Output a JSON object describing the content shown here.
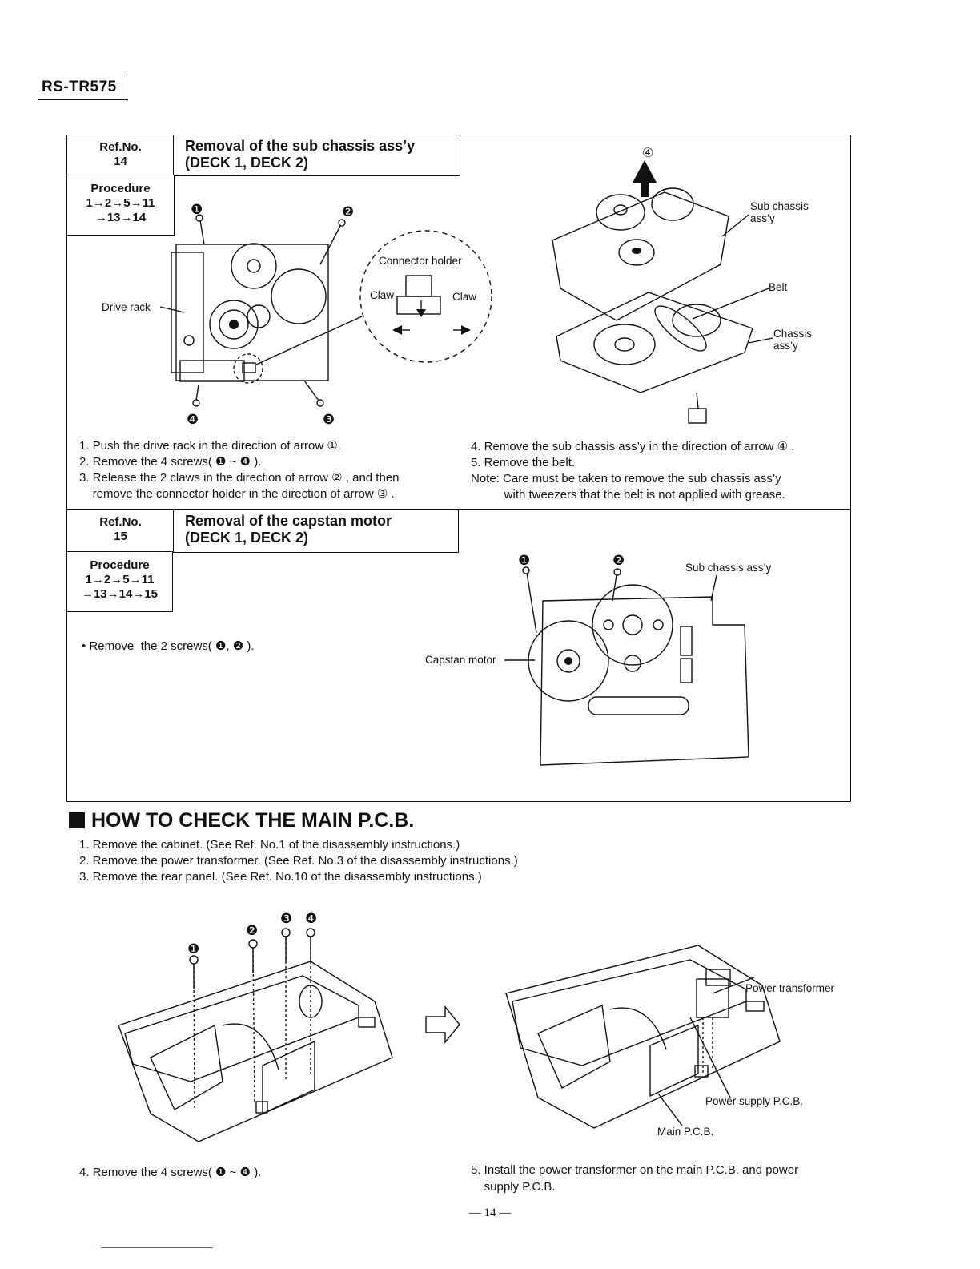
{
  "header": {
    "model": "RS-TR575"
  },
  "sections": [
    {
      "ref_label": "Ref.No.",
      "ref_number": "14",
      "title_line1": "Removal of the sub chassis ass’y",
      "title_line2": "(DECK 1, DECK 2)",
      "procedure_label": "Procedure",
      "procedure_line1": "1→2→5→11",
      "procedure_line2": "→13→14",
      "labels": {
        "drive_rack": "Drive rack",
        "connector_holder": "Connector holder",
        "claw_left": "Claw",
        "claw_right": "Claw",
        "sub_chassis": "Sub chassis\nass’y",
        "belt": "Belt",
        "chassis": "Chassis\nass’y",
        "arrow4": "④"
      },
      "steps_left": [
        "1. Push the drive rack in the direction of arrow ①.",
        "2. Remove the 4 screws( ❶ ~ ❹ ).",
        "3. Release the 2 claws in the direction of arrow ② , and then",
        "    remove the connector holder in the direction of arrow ③ ."
      ],
      "steps_right": [
        "4. Remove the sub chassis ass’y in the direction of arrow ④ .",
        "5. Remove the belt.",
        "Note: Care must be taken to remove the sub chassis ass’y",
        "          with tweezers that the belt is not applied with grease."
      ]
    },
    {
      "ref_label": "Ref.No.",
      "ref_number": "15",
      "title_line1": "Removal of the capstan motor",
      "title_line2": "(DECK 1, DECK 2)",
      "procedure_label": "Procedure",
      "procedure_line1": "1→2→5→11",
      "procedure_line2": "→13→14→15",
      "instruction": "• Remove  the 2 screws( ❶, ❷ ).",
      "labels": {
        "sub_chassis": "Sub chassis ass’y",
        "capstan_motor": "Capstan motor"
      }
    }
  ],
  "main_pcb": {
    "heading": "HOW TO CHECK THE MAIN P.C.B.",
    "steps": [
      "1. Remove the cabinet. (See Ref. No.1 of the disassembly instructions.)",
      "2. Remove the power transformer. (See Ref. No.3 of the disassembly instructions.)",
      "3. Remove the rear panel. (See Ref. No.10 of the disassembly instructions.)"
    ],
    "step4": "4. Remove the 4 screws( ❶ ~ ❹ ).",
    "step5_line1": "5. Install the power transformer on the main P.C.B. and power",
    "step5_line2": "    supply P.C.B.",
    "labels": {
      "power_transformer": "Power transformer",
      "power_supply_pcb": "Power supply P.C.B.",
      "main_pcb": "Main P.C.B."
    }
  },
  "screw_marks": [
    "❶",
    "❷",
    "❸",
    "❹"
  ],
  "page_number": "— 14 —"
}
